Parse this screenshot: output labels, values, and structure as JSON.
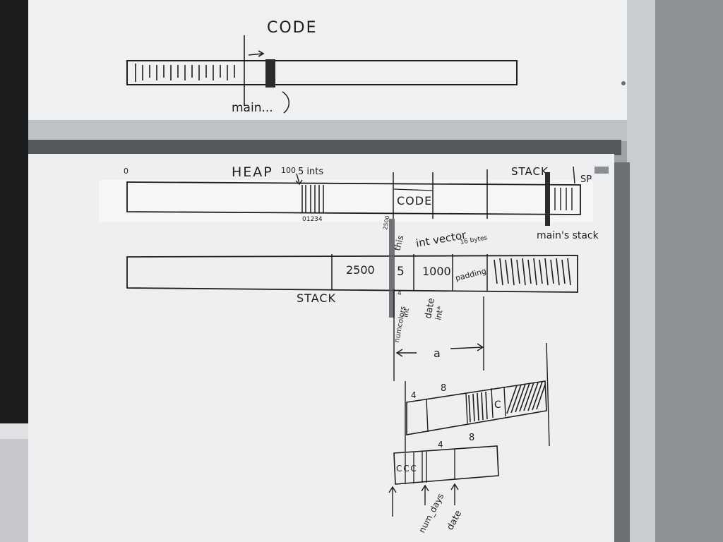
{
  "photo": {
    "subject": "whiteboard",
    "colors": {
      "board": "#eef0f2",
      "board_shadow": "#d6d9dc",
      "frame": "#c9ccd0",
      "wall": "#9fa2a6",
      "ink": "#1d1d1f",
      "dark_edge": "#1b1c1e"
    }
  },
  "upper_board": {
    "title": "CODE",
    "label_main": "main..."
  },
  "lower_board": {
    "row1": {
      "zero": "0",
      "heap": "HEAP",
      "n100": "100",
      "ints": "5 ints",
      "indices": "01234",
      "code": "CODE",
      "stack": "STACK",
      "sp": "SP",
      "mains_stack": "main's stack"
    },
    "row2": {
      "v2500": "2500",
      "v5": "5",
      "v1000": "1000",
      "padding": "padding",
      "stack_label": "STACK",
      "intvector": "int vector",
      "bytes": "16 bytes",
      "this": "this",
      "n2500_small": "2500",
      "four": "4",
      "numcolors": "numcolors",
      "int": "int",
      "date": "date",
      "ints8": "int*"
    },
    "lower_diagram": {
      "a": "a",
      "four1": "4",
      "eight1": "8",
      "c1": "C",
      "four2": "4",
      "eight2": "8",
      "cells": "C C C",
      "num_days": "num_days",
      "date_label": "date"
    }
  }
}
